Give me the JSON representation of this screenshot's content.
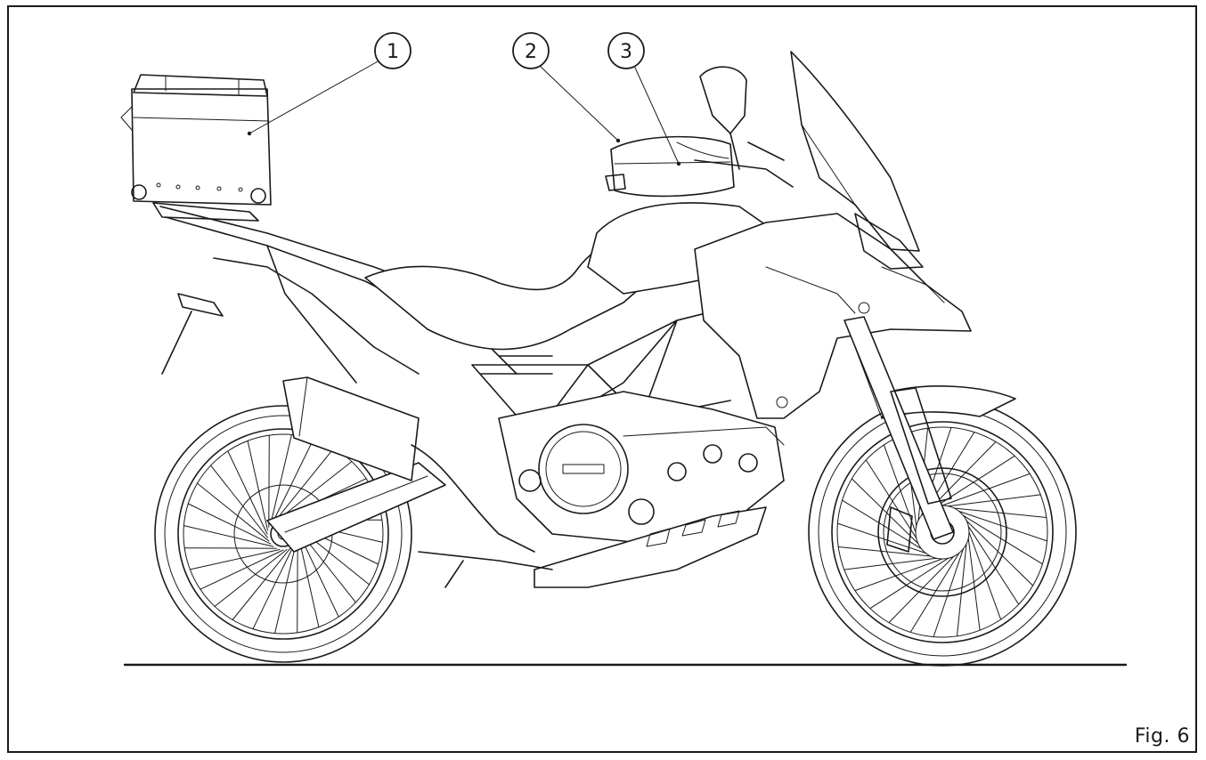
{
  "figure": {
    "label": "Fig. 6"
  },
  "callouts": [
    {
      "number": "1"
    },
    {
      "number": "2"
    },
    {
      "number": "3"
    }
  ],
  "colors": {
    "line": "#1a1a1a",
    "background": "#ffffff"
  }
}
